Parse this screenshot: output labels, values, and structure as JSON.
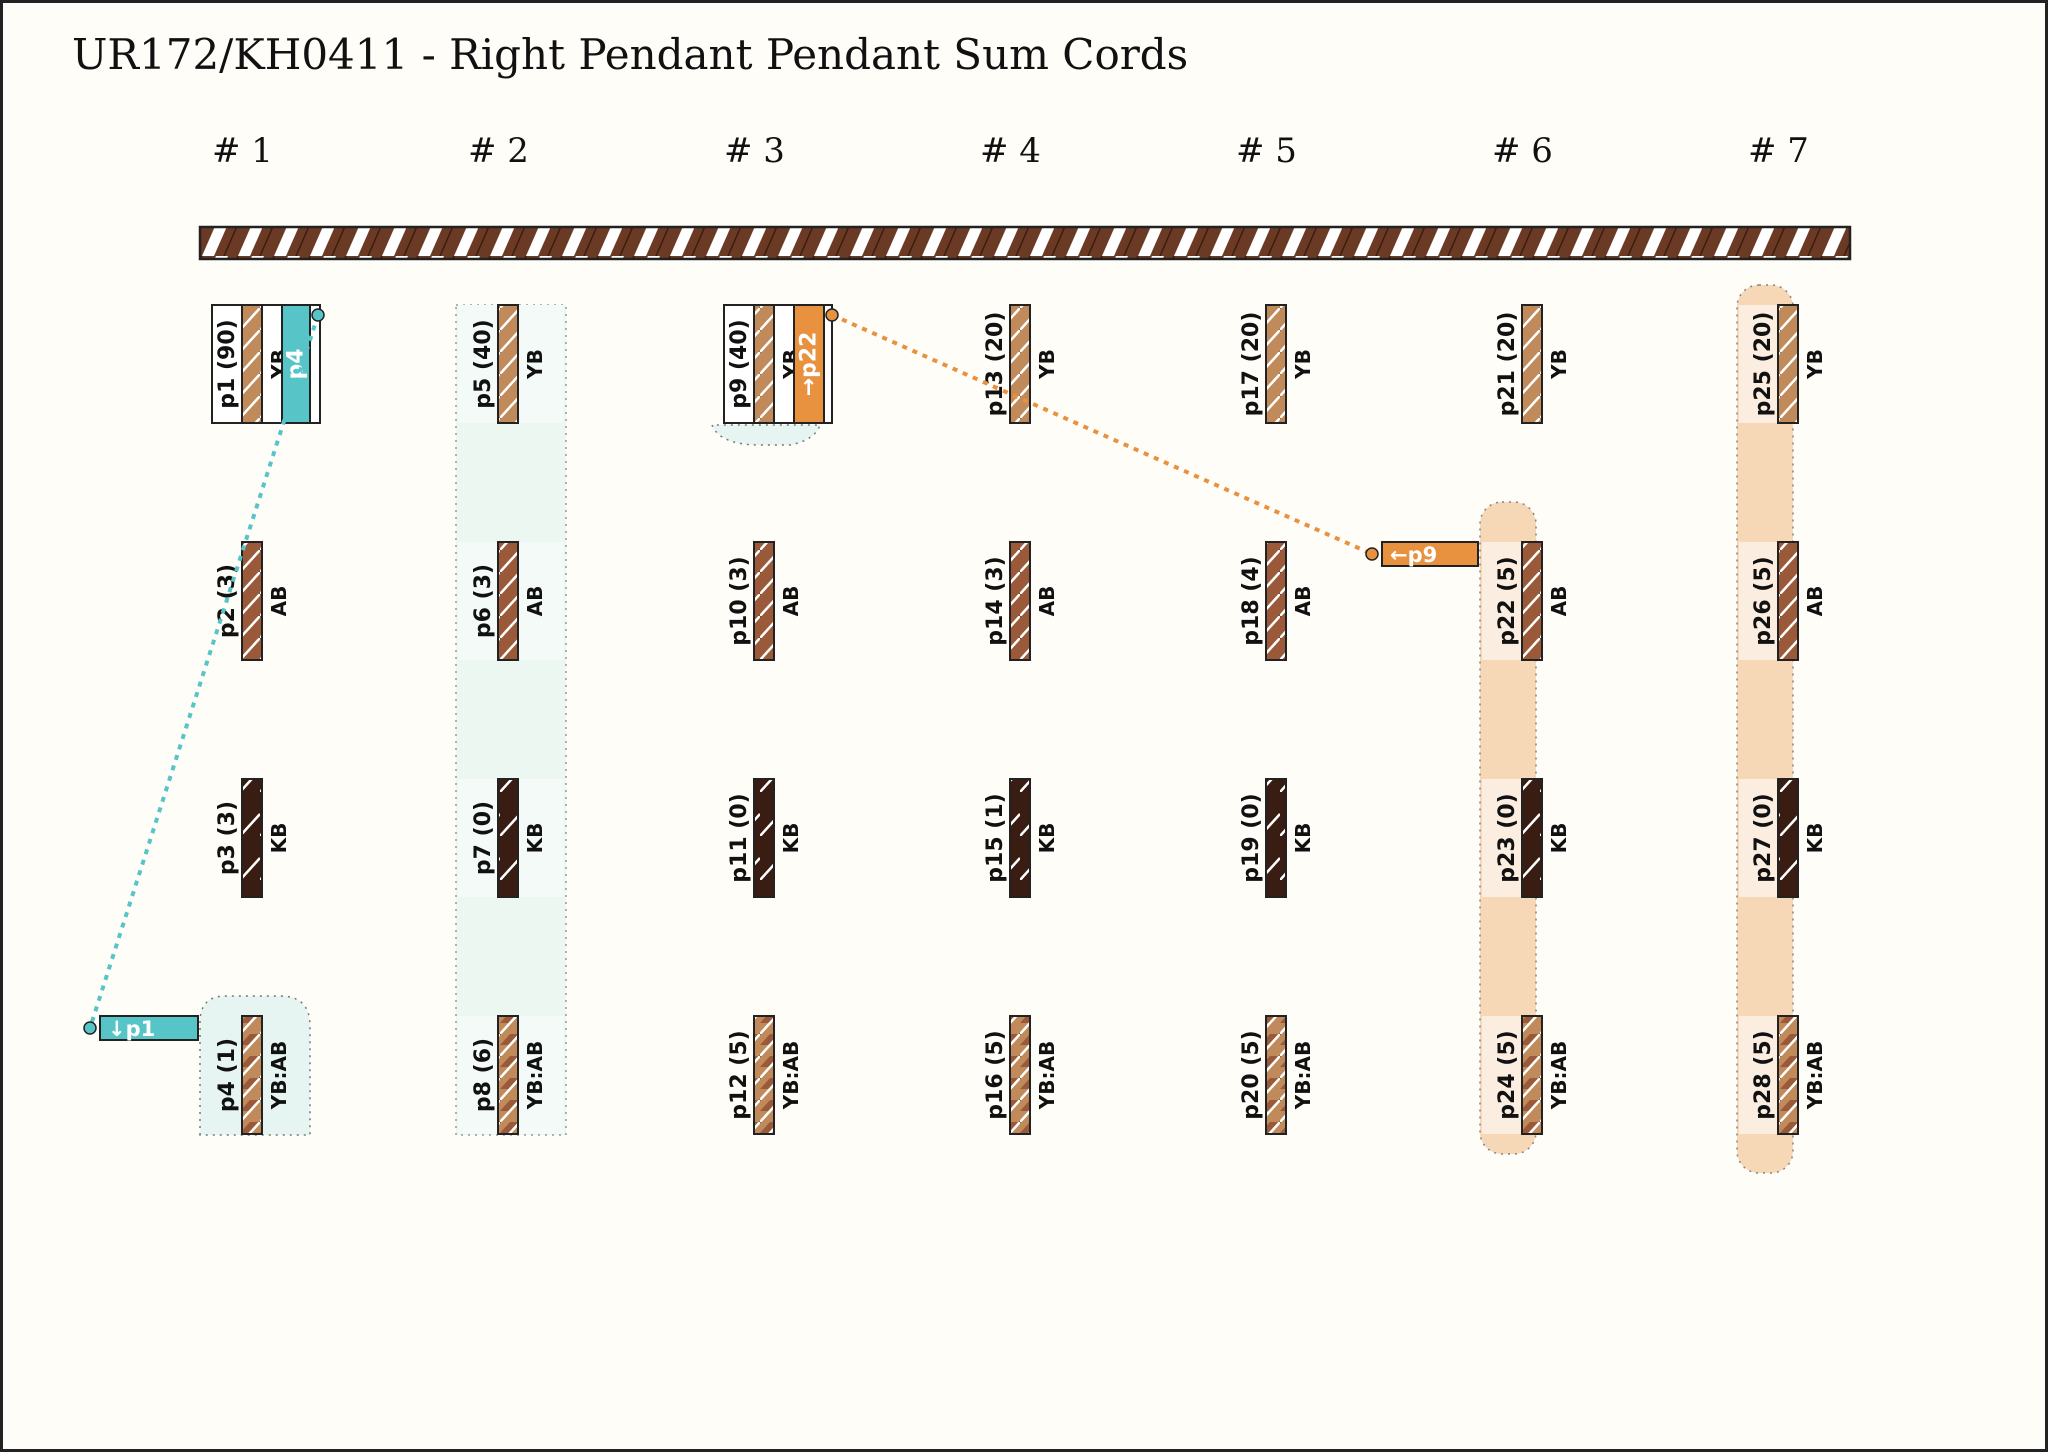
{
  "title": "UR172/KH0411 - Right Pendant Pendant Sum Cords",
  "colors": {
    "page_bg": "#fffdf8",
    "frame": "#222222",
    "main_cord_brown": "#6b3a24",
    "yb": "#c08a5a",
    "ab": "#9a5a3a",
    "kb": "#3a1d12",
    "teal": "#57c4c8",
    "teal_light": "#e6f5f1",
    "orange": "#e8913e",
    "orange_light": "#f6d4b0"
  },
  "groups": [
    {
      "label": "# 1"
    },
    {
      "label": "# 2"
    },
    {
      "label": "# 3"
    },
    {
      "label": "# 4"
    },
    {
      "label": "# 5"
    },
    {
      "label": "# 6"
    },
    {
      "label": "# 7"
    }
  ],
  "pendants": [
    {
      "id": "p1",
      "label": "p1 (90)",
      "color": "YB",
      "pattern": "yb"
    },
    {
      "id": "p2",
      "label": "p2 (3)",
      "color": "AB",
      "pattern": "ab"
    },
    {
      "id": "p3",
      "label": "p3 (3)",
      "color": "KB",
      "pattern": "kb"
    },
    {
      "id": "p4",
      "label": "p4 (1)",
      "color": "YB:AB",
      "pattern": "ybab"
    },
    {
      "id": "p5",
      "label": "p5 (40)",
      "color": "YB",
      "pattern": "yb"
    },
    {
      "id": "p6",
      "label": "p6 (3)",
      "color": "AB",
      "pattern": "ab"
    },
    {
      "id": "p7",
      "label": "p7 (0)",
      "color": "KB",
      "pattern": "kb"
    },
    {
      "id": "p8",
      "label": "p8 (6)",
      "color": "YB:AB",
      "pattern": "ybab"
    },
    {
      "id": "p9",
      "label": "p9 (40)",
      "color": "YB",
      "pattern": "yb"
    },
    {
      "id": "p10",
      "label": "p10 (3)",
      "color": "AB",
      "pattern": "ab"
    },
    {
      "id": "p11",
      "label": "p11 (0)",
      "color": "KB",
      "pattern": "kb"
    },
    {
      "id": "p12",
      "label": "p12 (5)",
      "color": "YB:AB",
      "pattern": "ybab"
    },
    {
      "id": "p13",
      "label": "p13 (20)",
      "color": "YB",
      "pattern": "yb"
    },
    {
      "id": "p14",
      "label": "p14 (3)",
      "color": "AB",
      "pattern": "ab"
    },
    {
      "id": "p15",
      "label": "p15 (1)",
      "color": "KB",
      "pattern": "kb"
    },
    {
      "id": "p16",
      "label": "p16 (5)",
      "color": "YB:AB",
      "pattern": "ybab"
    },
    {
      "id": "p17",
      "label": "p17 (20)",
      "color": "YB",
      "pattern": "yb"
    },
    {
      "id": "p18",
      "label": "p18 (4)",
      "color": "AB",
      "pattern": "ab"
    },
    {
      "id": "p19",
      "label": "p19 (0)",
      "color": "KB",
      "pattern": "kb"
    },
    {
      "id": "p20",
      "label": "p20 (5)",
      "color": "YB:AB",
      "pattern": "ybab"
    },
    {
      "id": "p21",
      "label": "p21 (20)",
      "color": "YB",
      "pattern": "yb"
    },
    {
      "id": "p22",
      "label": "p22 (5)",
      "color": "AB",
      "pattern": "ab"
    },
    {
      "id": "p23",
      "label": "p23 (0)",
      "color": "KB",
      "pattern": "kb"
    },
    {
      "id": "p24",
      "label": "p24 (5)",
      "color": "YB:AB",
      "pattern": "ybab"
    },
    {
      "id": "p25",
      "label": "p25 (20)",
      "color": "YB",
      "pattern": "yb"
    },
    {
      "id": "p26",
      "label": "p26 (5)",
      "color": "AB",
      "pattern": "ab"
    },
    {
      "id": "p27",
      "label": "p27 (0)",
      "color": "KB",
      "pattern": "kb"
    },
    {
      "id": "p28",
      "label": "p28 (5)",
      "color": "YB:AB",
      "pattern": "ybab"
    }
  ],
  "sum_links": [
    {
      "summand_tag": "p4",
      "sum_tag": "↓p1",
      "color": "teal"
    },
    {
      "summand_tag": "→p22",
      "sum_tag": "←p9",
      "color": "orange"
    }
  ]
}
